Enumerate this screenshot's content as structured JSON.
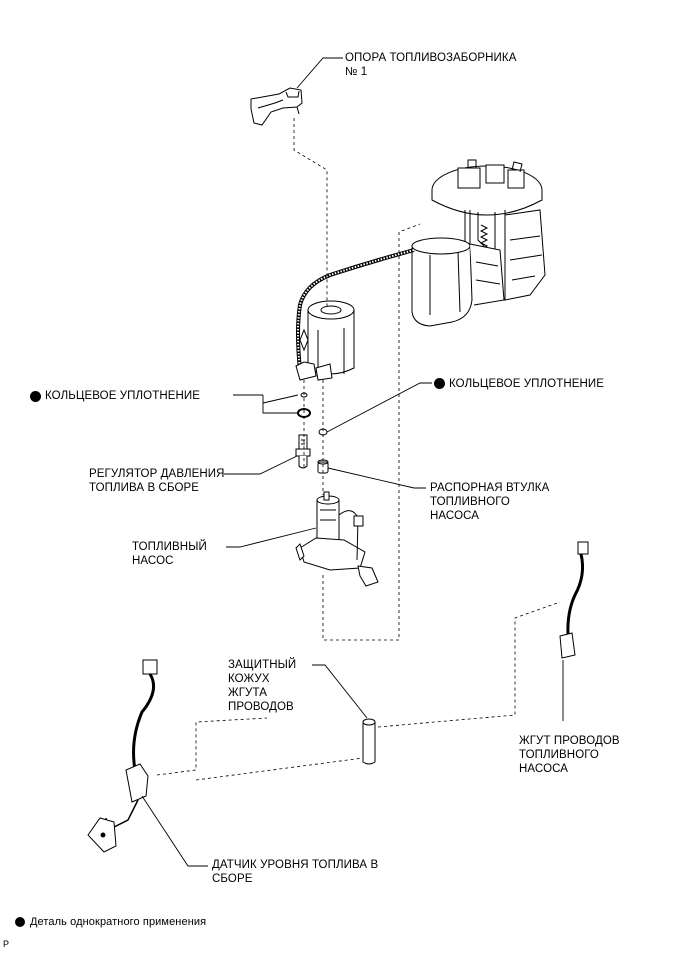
{
  "labels": {
    "support_1": "ОПОРА ТОПЛИВОЗАБОРНИКА",
    "support_2": "№ 1",
    "oring_left": "КОЛЬЦЕВОЕ УПЛОТНЕНИЕ",
    "oring_right": "КОЛЬЦЕВОЕ УПЛОТНЕНИЕ",
    "regulator_1": "РЕГУЛЯТОР ДАВЛЕНИЯ",
    "regulator_2": "ТОПЛИВА В СБОРЕ",
    "spacer_1": "РАСПОРНАЯ ВТУЛКА",
    "spacer_2": "ТОПЛИВНОГО",
    "spacer_3": "НАСОСА",
    "pump_1": "ТОПЛИВНЫЙ",
    "pump_2": "НАСОС",
    "cover_1": "ЗАЩИТНЫЙ",
    "cover_2": "КОЖУХ",
    "cover_3": "ЖГУТА",
    "cover_4": "ПРОВОДОВ",
    "harness_1": "ЖГУТ ПРОВОДОВ",
    "harness_2": "ТОПЛИВНОГО",
    "harness_3": "НАСОСА",
    "gauge_1": "ДАТЧИК УРОВНЯ ТОПЛИВА В",
    "gauge_2": "СБОРЕ"
  },
  "legend": {
    "text": "Деталь однократного применения"
  },
  "corner_mark": "P"
}
